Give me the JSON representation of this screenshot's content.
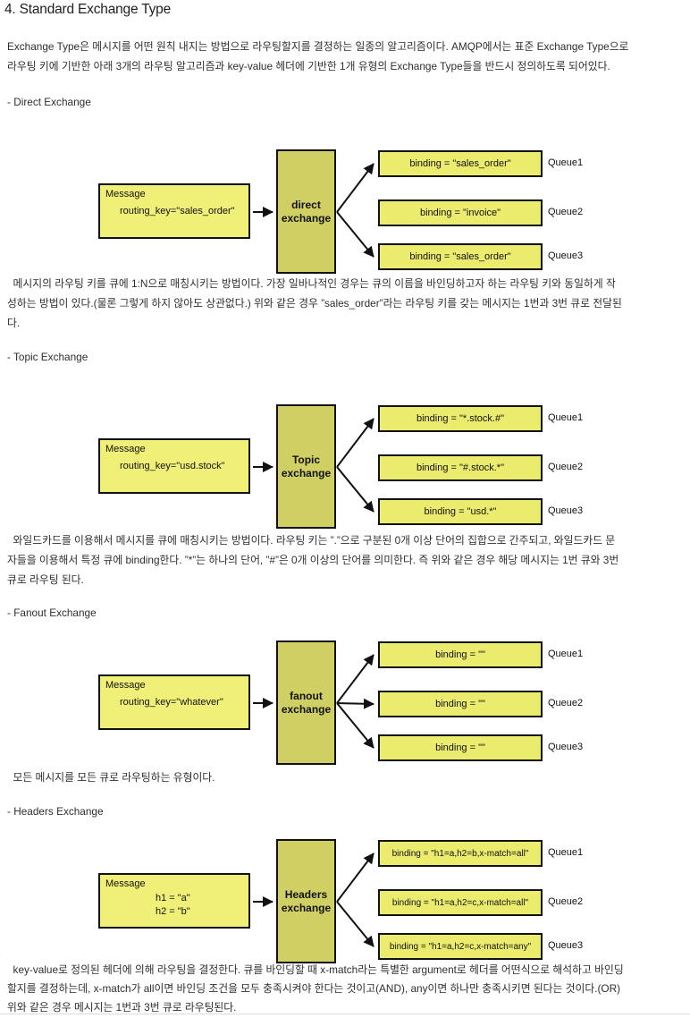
{
  "title": "4. Standard Exchange Type",
  "intro": "Exchange Type은 메시지를 어떤 원칙 내지는 방법으로 라우팅할지를 결정하는 일종의 알고리즘이다. AMQP에서는 표준 Exchange Type으로\n라우팅 키에 기반한 아래 3개의 라우팅 알고리즘과 key-value 헤더에 기반한 1개 유형의 Exchange Type들을 반드시 정의하도록 되어있다.",
  "colors": {
    "message_fill": "#f0f078",
    "binding_fill": "#ebeb6e",
    "exchange_fill": "#cfcf63",
    "border": "#111111",
    "text": "#2e2e2e"
  },
  "sections": [
    {
      "label": "- Direct Exchange",
      "diagram": {
        "message_title": "Message",
        "message_body": "routing_key=\"sales_order\"",
        "exchange_label": "direct\nexchange",
        "bindings": [
          "binding = \"sales_order\"",
          "binding = \"invoice\"",
          "binding = \"sales_order\""
        ],
        "queues": [
          "Queue1",
          "Queue2",
          "Queue3"
        ],
        "routed_queues": [
          1,
          3
        ]
      },
      "description": "  메시지의 라우팅 키를 큐에 1:N으로 매칭시키는 방법이다. 가장 일바나적인 경우는 큐의 이름을 바인딩하고자 하는 라우팅 키와 동일하게 작\n성하는 방법이 있다.(물론 그렇게 하지 않아도 상관없다.) 위와 같은 경우 ”sales_order”라는 라우팅 키를 갖는 메시지는 1번과 3번 큐로 전달된\n다."
    },
    {
      "label": "- Topic Exchange",
      "diagram": {
        "message_title": "Message",
        "message_body": "routing_key=\"usd.stock\"",
        "exchange_label": "Topic\nexchange",
        "bindings": [
          "binding = \"*.stock.#\"",
          "binding = \"#.stock.*\"",
          "binding = \"usd.*\""
        ],
        "queues": [
          "Queue1",
          "Queue2",
          "Queue3"
        ],
        "routed_queues": [
          1,
          3
        ]
      },
      "description": "  와일드카드를 이용해서 메시지를 큐에 매칭시키는 방법이다. 라우팅 키는 ”.”으로 구분된 0개 이상 단어의 집합으로 간주되고, 와일드카드 문\n자들을 이용해서 특정 큐에 binding한다. ”*”는 하나의 단어, ”#”은 0개 이상의 단어를 의미한다. 즉 위와 같은 경우 해당 메시지는 1번 큐와 3번\n큐로 라우팅 된다."
    },
    {
      "label": "- Fanout Exchange",
      "diagram": {
        "message_title": "Message",
        "message_body": "routing_key=\"whatever\"",
        "exchange_label": "fanout\nexchange",
        "bindings": [
          "binding = \"\"",
          "binding = \"\"",
          "binding = \"\""
        ],
        "queues": [
          "Queue1",
          "Queue2",
          "Queue3"
        ],
        "routed_queues": [
          1,
          2,
          3
        ]
      },
      "description": "  모든 메시지를 모든 큐로 라우팅하는 유형이다."
    },
    {
      "label": "- Headers Exchange",
      "diagram": {
        "message_title": "Message",
        "message_body": "h1 = \"a\"\nh2 = \"b\"",
        "exchange_label": "Headers\nexchange",
        "bindings": [
          "binding = \"h1=a,h2=b,x-match=all\"",
          "binding = \"h1=a,h2=c,x-match=all\"",
          "binding = \"h1=a,h2=c,x-match=any\""
        ],
        "queues": [
          "Queue1",
          "Queue2",
          "Queue3"
        ],
        "routed_queues": [
          1,
          3
        ]
      },
      "description": "  key-value로 정의된 헤더에 의해 라우팅을 결정한다. 큐를 바인딩할 때 x-match라는 특별한 argument로 헤더를 어떤식으로 해석하고 바인딩\n할지를 결정하는데, x-match가 all이면 바인딩 조건을 모두 충족시켜야 한다는 것이고(AND), any이면 하나만 충족시키면 된다는 것이다.(OR)\n위와 같은 경우 메시지는 1번과 3번 큐로 라우팅된다."
    }
  ]
}
